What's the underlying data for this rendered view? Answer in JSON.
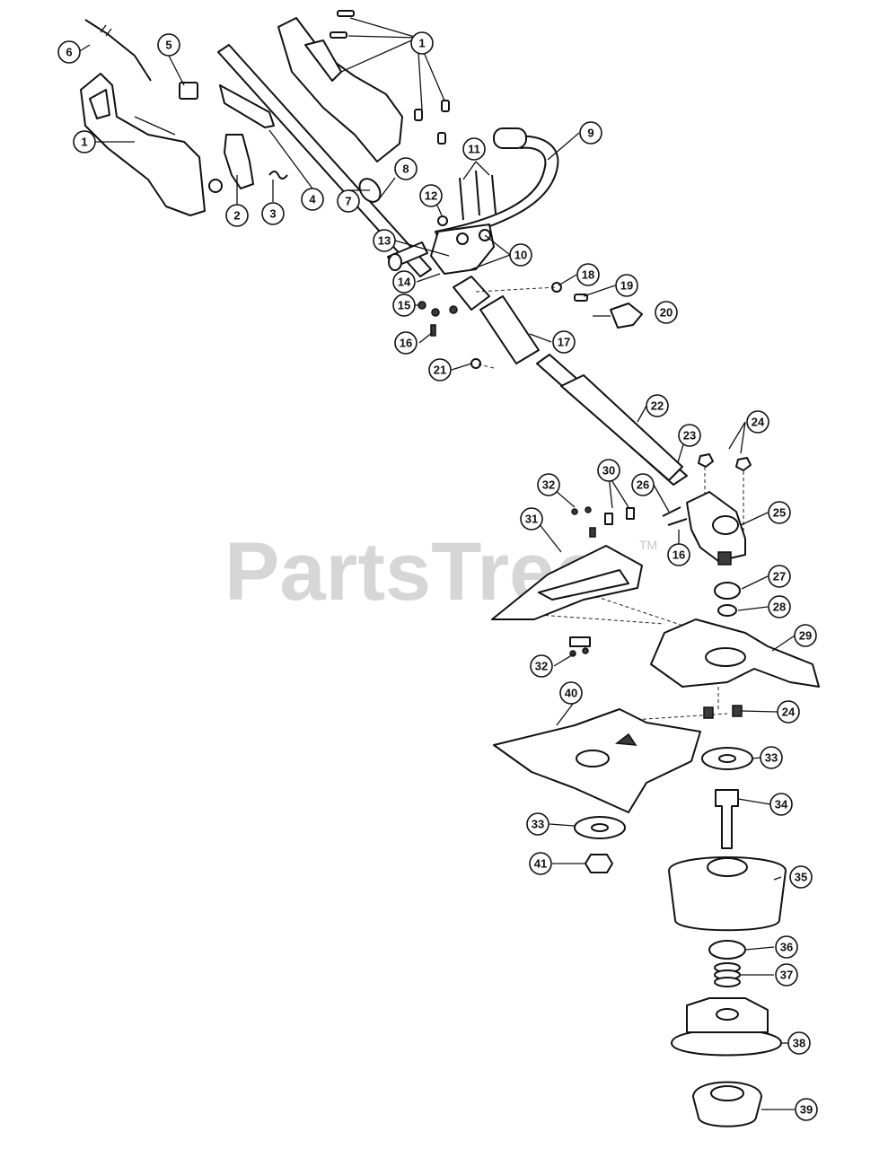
{
  "watermark": {
    "text": "PartsTree",
    "tm": "TM"
  },
  "callouts": [
    "1",
    "1",
    "2",
    "3",
    "4",
    "5",
    "6",
    "7",
    "8",
    "9",
    "10",
    "11",
    "12",
    "13",
    "14",
    "15",
    "16",
    "16",
    "17",
    "18",
    "19",
    "20",
    "21",
    "22",
    "23",
    "24",
    "24",
    "25",
    "26",
    "27",
    "28",
    "29",
    "30",
    "31",
    "32",
    "32",
    "33",
    "33",
    "34",
    "35",
    "36",
    "37",
    "38",
    "39",
    "40",
    "41"
  ]
}
